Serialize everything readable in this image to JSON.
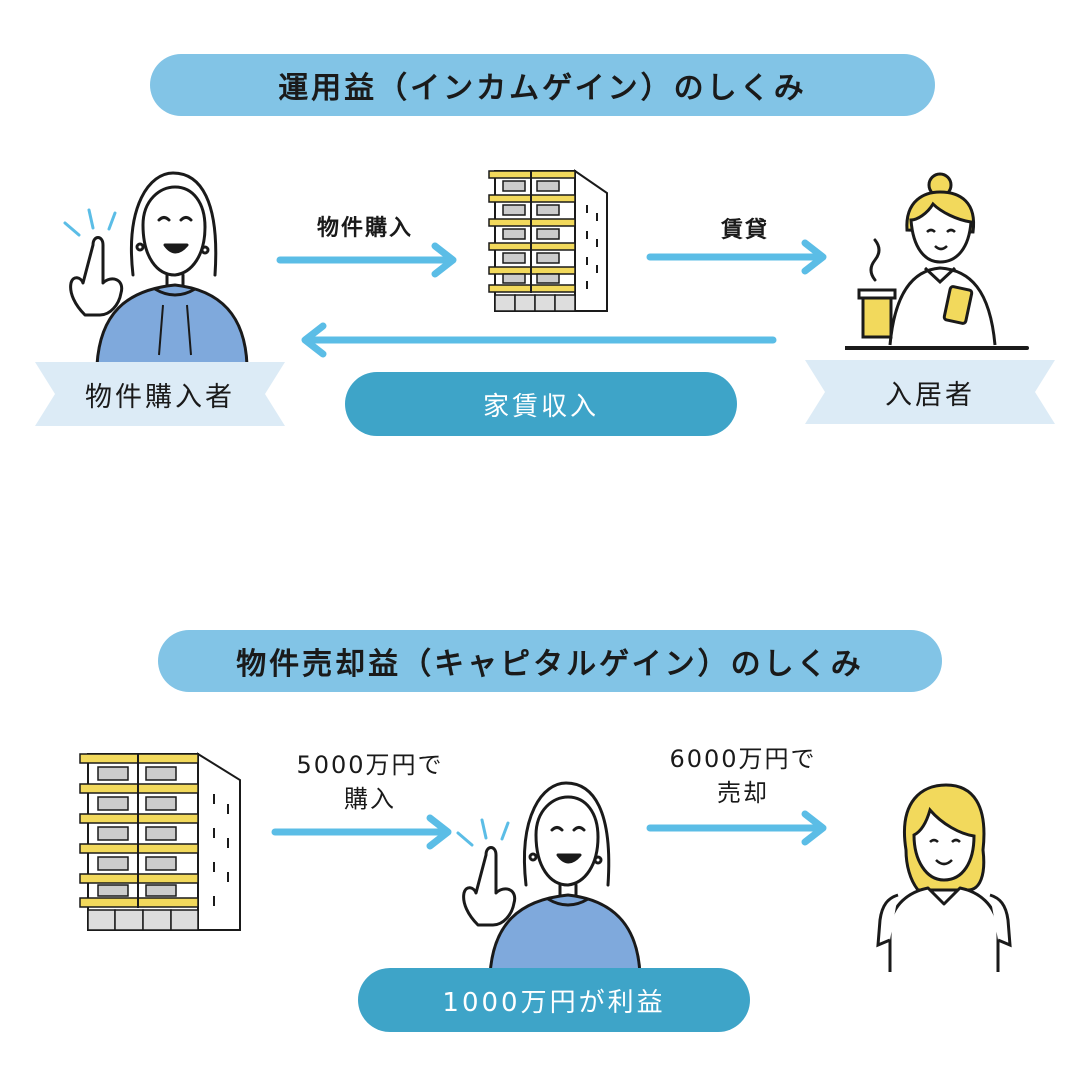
{
  "section1": {
    "title": "運用益（インカムゲイン）のしくみ",
    "arrow_buy_label": "物件購入",
    "arrow_rent_label": "賃貸",
    "buyer_label": "物件購入者",
    "tenant_label": "入居者",
    "income_label": "家賃収入"
  },
  "section2": {
    "title": "物件売却益（キャピタルゲイン）のしくみ",
    "buy_label_line1": "5000万円で",
    "buy_label_line2": "購入",
    "sell_label_line1": "6000万円で",
    "sell_label_line2": "売却",
    "profit_label": "1000万円が利益"
  },
  "colors": {
    "title_pill": "#82c4e6",
    "dark_pill": "#3ea4c8",
    "arrow": "#5bbde6",
    "banner": "#dcebf6",
    "accent_yellow": "#f2d95c",
    "shirt_blue": "#7fa9dc"
  }
}
